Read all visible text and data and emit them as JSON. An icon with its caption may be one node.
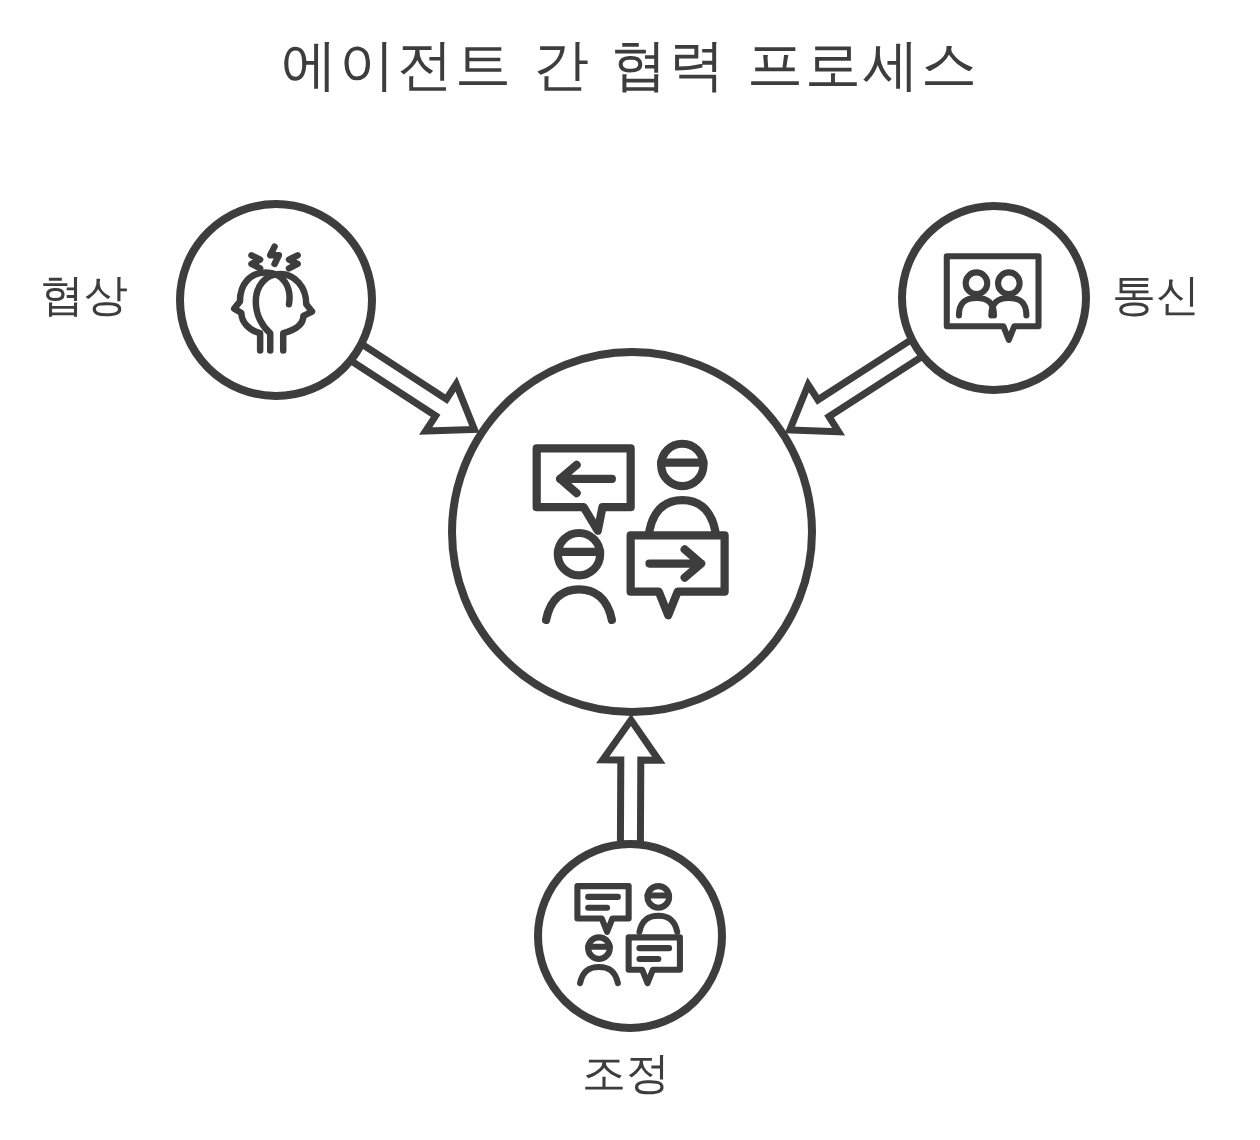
{
  "diagram": {
    "title": "에이전트 간 협력 프로세스",
    "nodes": [
      {
        "text": [],
        "shape": "circle",
        "beside": [
          "협상"
        ]
      },
      {
        "text": [],
        "shape": "circle",
        "beside": [
          "통신"
        ]
      },
      {
        "text": [],
        "shape": "circle"
      },
      {
        "text": [],
        "shape": "circle",
        "beside": [
          "조정"
        ]
      }
    ],
    "edges": [
      {
        "from": 0,
        "to": 2,
        "arrow": "to"
      },
      {
        "from": 1,
        "to": 2,
        "arrow": "to"
      },
      {
        "from": 3,
        "to": 2,
        "arrow": "to"
      }
    ]
  }
}
